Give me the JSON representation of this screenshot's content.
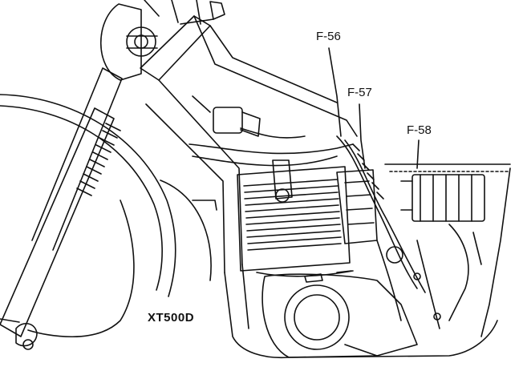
{
  "labels": {
    "f56": "F-56",
    "f57": "F-57",
    "f58": "F-58",
    "model": "XT500D"
  },
  "colors": {
    "ink": "#111111",
    "background": "#ffffff"
  }
}
